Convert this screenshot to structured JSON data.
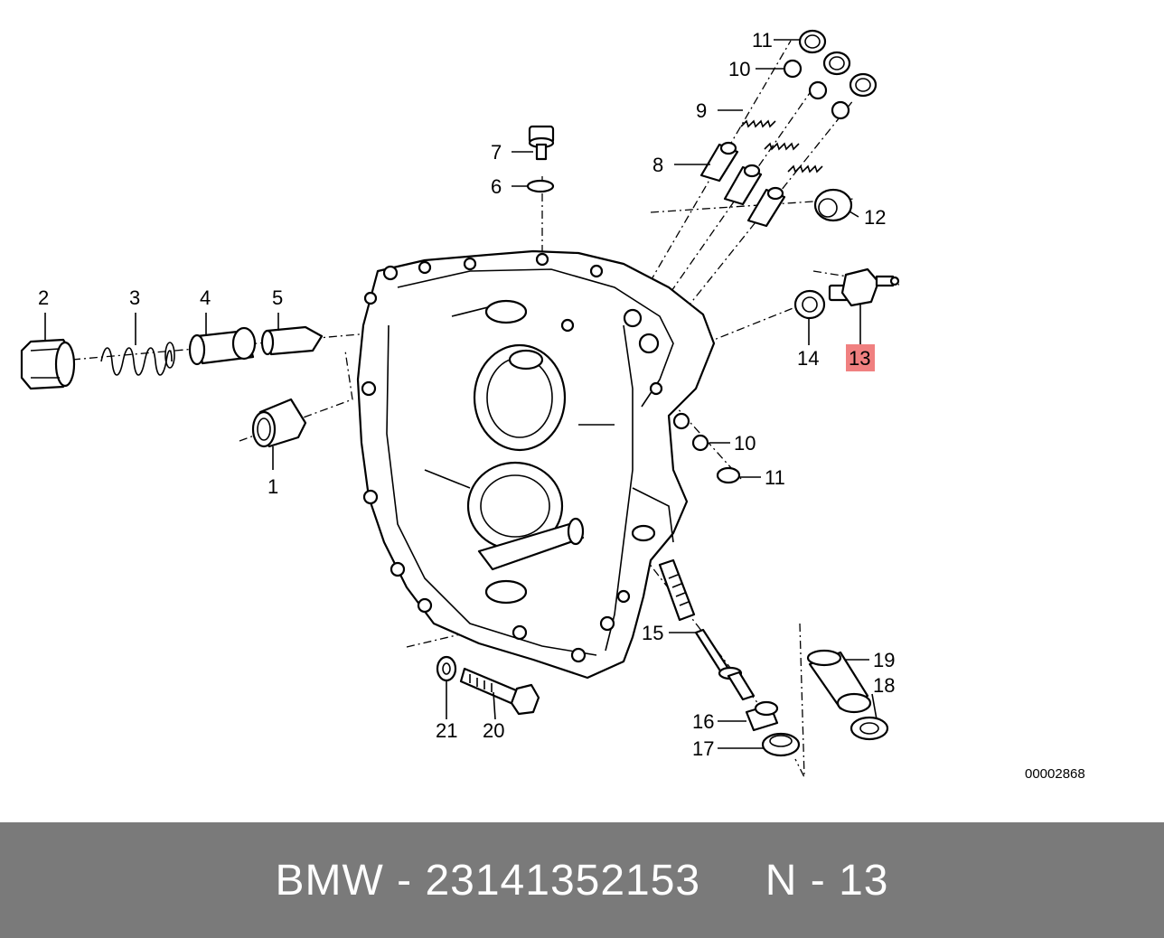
{
  "callouts": {
    "c1": "1",
    "c2": "2",
    "c3": "3",
    "c4": "4",
    "c5": "5",
    "c6": "6",
    "c7": "7",
    "c8": "8",
    "c9": "9",
    "c10a": "10",
    "c10b": "10",
    "c11a": "11",
    "c11b": "11",
    "c12": "12",
    "c13": "13",
    "c14": "14",
    "c15": "15",
    "c16": "16",
    "c17": "17",
    "c18": "18",
    "c19": "19",
    "c20": "20",
    "c21": "21"
  },
  "highlight": {
    "part": "13",
    "color": "#f08080"
  },
  "drawing_id": "00002868",
  "footer": {
    "text": "BMW - 23141352153     N - 13",
    "background": "#7a7a7a"
  }
}
